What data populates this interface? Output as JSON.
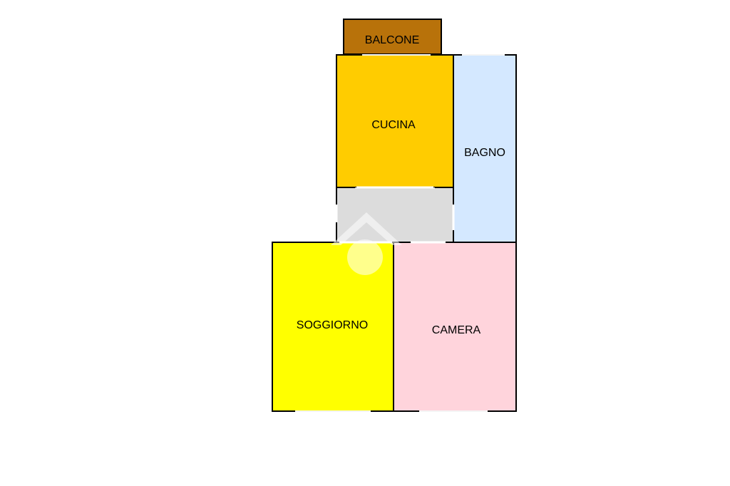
{
  "rooms": {
    "balcone": {
      "label": "BALCONE",
      "color": "#B8720A"
    },
    "cucina": {
      "label": "CUCINA",
      "color": "#FFCC00"
    },
    "bagno": {
      "label": "BAGNO",
      "color": "#D4E8FF"
    },
    "corridoio": {
      "label": "",
      "color": "#DCDCDC"
    },
    "soggiorno": {
      "label": "SOGGIORNO",
      "color": "#FFFF00"
    },
    "camera": {
      "label": "CAMERA",
      "color": "#FFD4DC"
    }
  },
  "colors": {
    "wall": "#000000",
    "opening": "#FFFFFF",
    "watermark": "#FFFFFF"
  },
  "watermark": {
    "icon": "house-logo-icon"
  }
}
